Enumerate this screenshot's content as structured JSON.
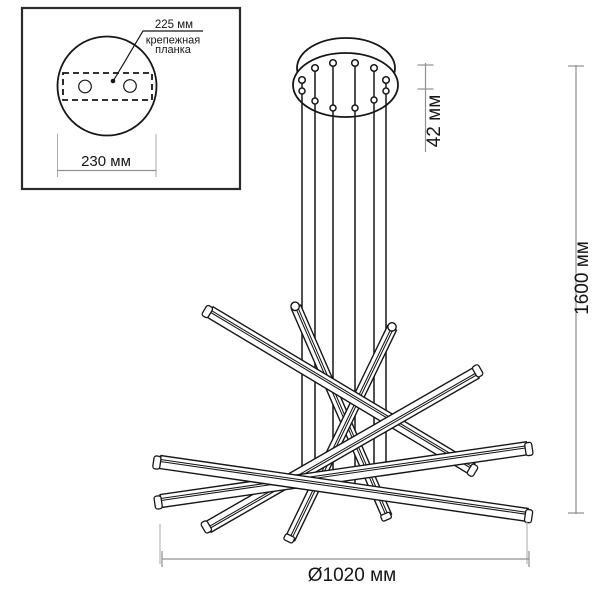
{
  "inset": {
    "bracket_span_label": "225 мм",
    "bracket_name_line1": "крепежная",
    "bracket_name_line2": "планка",
    "plate_diameter_label": "230 мм"
  },
  "dimensions": {
    "canopy_height_label": "42 мм",
    "overall_height_label": "1600 мм",
    "fixture_diameter_label": "Ø1020 мм"
  },
  "colors": {
    "line": "#161616",
    "dimension_line": "#8f8f8f",
    "background": "#ffffff"
  }
}
